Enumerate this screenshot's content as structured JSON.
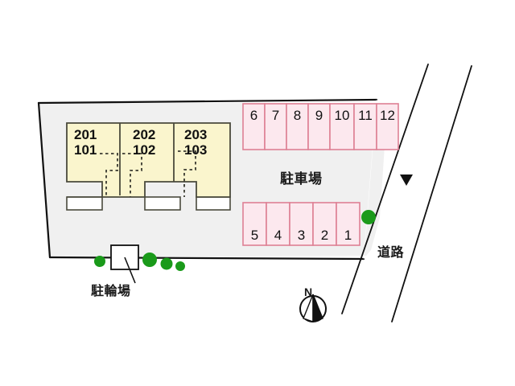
{
  "diagram": {
    "title": "apartment-site-plan",
    "labels": {
      "parking_lot": "駐車場",
      "bicycle_parking": "駐輪場",
      "road": "道路",
      "north": "N"
    },
    "colors": {
      "site_fill": "#f0f0f0",
      "site_stroke": "#111111",
      "building_fill": "#faf5cd",
      "building_stroke": "#4a4a3c",
      "stall_fill": "#fce8ee",
      "stall_stroke": "#e08496",
      "entry_fill": "#f3f3f3",
      "shrub": "#1a9a1a",
      "road_line": "#111111",
      "text": "#111111"
    }
  },
  "building": {
    "units": [
      {
        "upper": "201",
        "lower": "101"
      },
      {
        "upper": "202",
        "lower": "102"
      },
      {
        "upper": "203",
        "lower": "103"
      }
    ]
  },
  "parking": {
    "upper_row": {
      "stalls": [
        "6",
        "7",
        "8",
        "9",
        "10",
        "11",
        "12"
      ]
    },
    "lower_row": {
      "stalls": [
        "5",
        "4",
        "3",
        "2",
        "1"
      ]
    }
  },
  "bicycle_parking": {
    "shed_count": 1,
    "shrub_count": 4
  },
  "compass": {
    "letter": "N",
    "direction": "up"
  },
  "road": {
    "arrow": "▼",
    "arrow_direction": "down"
  }
}
